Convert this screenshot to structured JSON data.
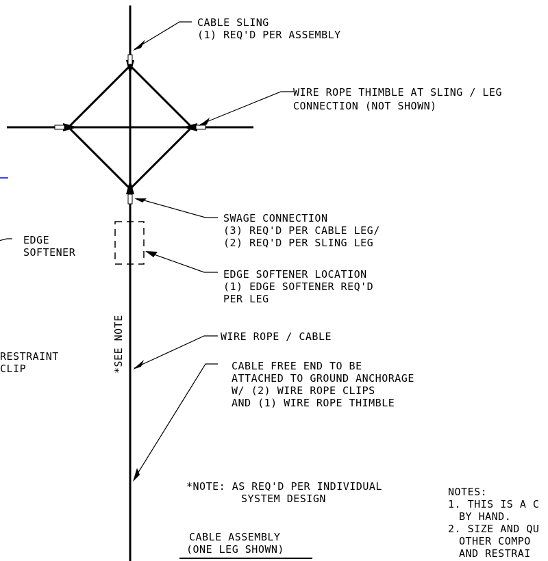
{
  "callouts": {
    "cable_sling": [
      "CABLE SLING",
      "(1) REQ'D PER ASSEMBLY"
    ],
    "thimble": [
      "WIRE ROPE THIMBLE AT SLING / LEG",
      "CONNECTION (NOT SHOWN)"
    ],
    "edge_softener": [
      "EDGE",
      "SOFTENER"
    ],
    "swage": [
      "SWAGE CONNECTION",
      "(3) REQ'D PER CABLE LEG/",
      "(2) REQ'D PER SLING LEG"
    ],
    "softener_location": [
      "EDGE SOFTENER LOCATION",
      "(1) EDGE SOFTENER REQ'D",
      "PER LEG"
    ],
    "see_note": "*SEE NOTE",
    "restraint_clip": [
      "RESTRAINT",
      "CLIP"
    ],
    "wire_rope": "WIRE ROPE / CABLE",
    "free_end": [
      "CABLE FREE END TO BE",
      "ATTACHED TO GROUND ANCHORAGE",
      "W/ (2) WIRE ROPE CLIPS",
      "AND (1) WIRE ROPE THIMBLE"
    ],
    "note": [
      "*NOTE: AS REQ'D PER INDIVIDUAL",
      "SYSTEM DESIGN"
    ]
  },
  "title": [
    "CABLE ASSEMBLY",
    "(ONE LEG SHOWN)"
  ],
  "notes": {
    "heading": "NOTES:",
    "lines": [
      "1. THIS IS A C",
      "BY HAND.",
      "2. SIZE AND QU",
      "OTHER COMPO",
      "AND RESTRAI"
    ]
  },
  "colors": {
    "ink": "#000000",
    "accent_line": "#0000ff"
  }
}
